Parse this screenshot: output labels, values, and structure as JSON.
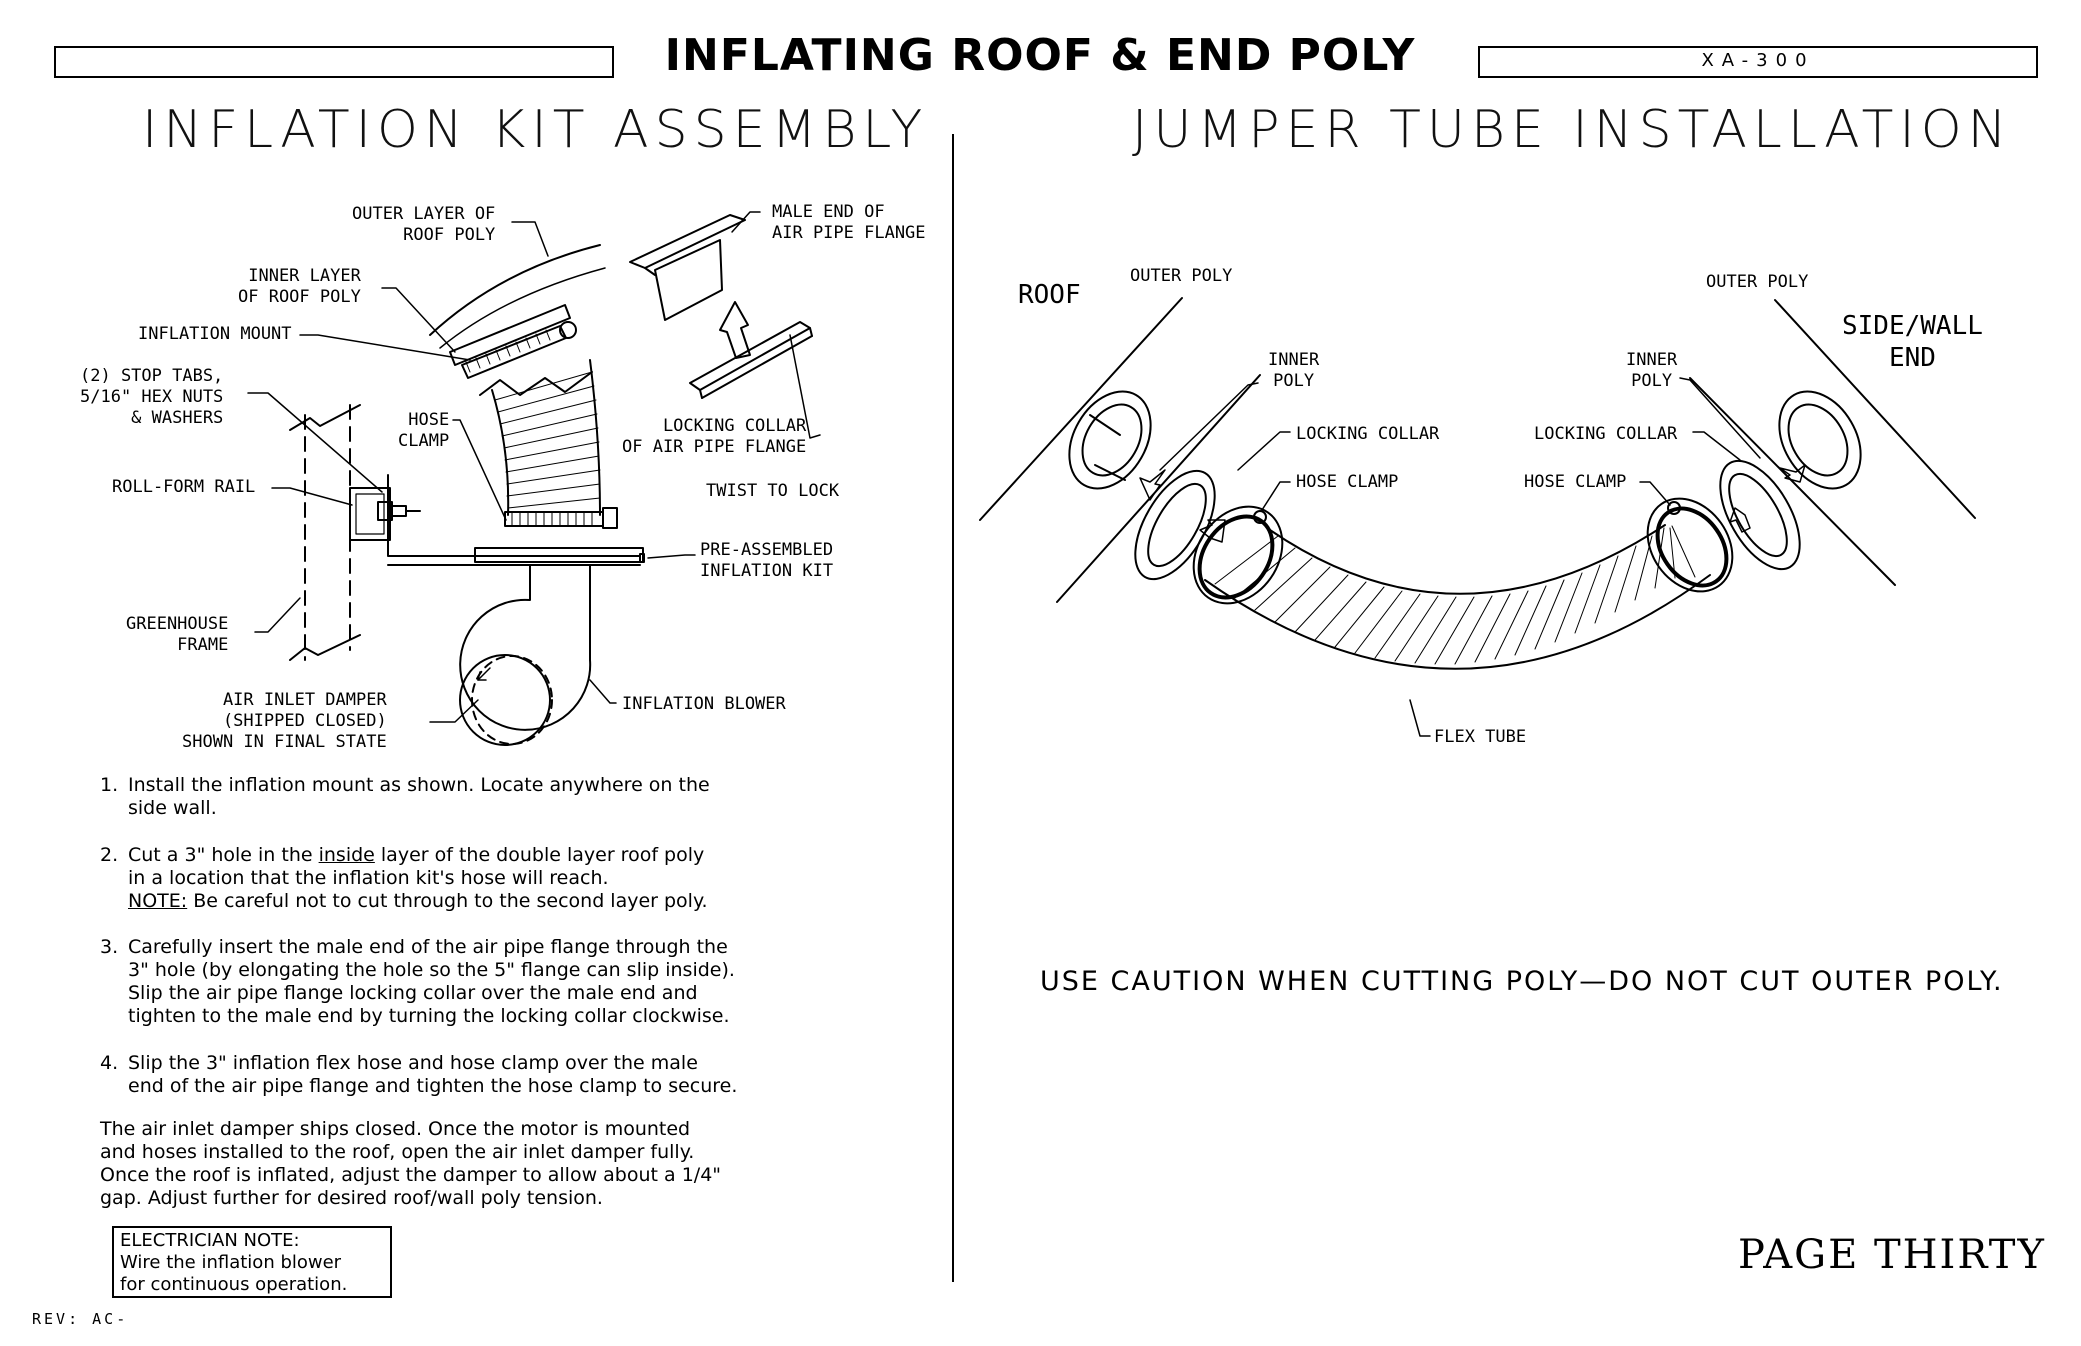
{
  "header": {
    "title": "INFLATING ROOF & END POLY",
    "doc_code": "XA-300"
  },
  "left": {
    "section_title": "INFLATION KIT ASSEMBLY",
    "labels": {
      "outer_layer": "OUTER LAYER OF\nROOF POLY",
      "inner_layer": "INNER LAYER\nOF ROOF POLY",
      "inflation_mount": "INFLATION MOUNT",
      "stop_tabs": "(2) STOP TABS,\n5/16\" HEX NUTS\n& WASHERS",
      "roll_form_rail": "ROLL-FORM RAIL",
      "greenhouse_frame": "GREENHOUSE\nFRAME",
      "air_inlet_damper": "AIR INLET DAMPER\n(SHIPPED CLOSED)\nSHOWN IN FINAL STATE",
      "hose_clamp": "HOSE\nCLAMP",
      "male_end": "MALE END OF\nAIR PIPE FLANGE",
      "locking_collar": "LOCKING COLLAR\nOF AIR PIPE FLANGE",
      "twist_to_lock": "TWIST TO LOCK",
      "pre_assembled": "PRE-ASSEMBLED\nINFLATION KIT",
      "inflation_blower": "INFLATION BLOWER"
    },
    "steps": [
      {
        "num": "1.",
        "text": "Install the inflation mount as shown.  Locate anywhere on the\nside wall."
      },
      {
        "num": "2.",
        "pre": "Cut a 3\" hole in the ",
        "underline": "inside",
        "post": " layer of the double layer roof poly\nin a location that the inflation kit's hose will reach.",
        "note_label": "NOTE:",
        "note_text": " Be careful not to cut through to the second layer poly."
      },
      {
        "num": "3.",
        "text": "Carefully insert the male end of the air pipe flange through the\n3\" hole (by elongating the hole so the 5\" flange can slip inside).\nSlip the air pipe flange locking collar over the male end and\ntighten to the male end by turning the locking collar clockwise."
      },
      {
        "num": "4.",
        "text": "Slip the 3\" inflation flex hose and hose clamp over the male\nend of the air pipe flange and tighten the hose clamp to secure."
      }
    ],
    "damper_paragraph": "The air inlet damper ships closed.  Once the motor is mounted\nand hoses installed to the roof, open the air inlet damper fully.\nOnce the roof is inflated, adjust the damper to allow about a 1/4\"\ngap.  Adjust further for desired roof/wall poly tension.",
    "electrician_note": "ELECTRICIAN NOTE:\nWire the inflation blower\nfor continuous operation."
  },
  "right": {
    "section_title": "JUMPER TUBE INSTALLATION",
    "labels": {
      "roof": "ROOF",
      "outer_poly_left": "OUTER POLY",
      "inner_poly_left": "INNER\nPOLY",
      "locking_collar_left": "LOCKING COLLAR",
      "hose_clamp_left": "HOSE CLAMP",
      "outer_poly_right": "OUTER POLY",
      "side_wall_end": "SIDE/WALL\nEND",
      "inner_poly_right": "INNER\nPOLY",
      "locking_collar_right": "LOCKING COLLAR",
      "hose_clamp_right": "HOSE CLAMP",
      "flex_tube": "FLEX TUBE"
    },
    "caution": "USE CAUTION WHEN CUTTING POLY—DO NOT CUT OUTER POLY."
  },
  "footer": {
    "page": "PAGE THIRTY",
    "rev": "REV: AC-"
  }
}
